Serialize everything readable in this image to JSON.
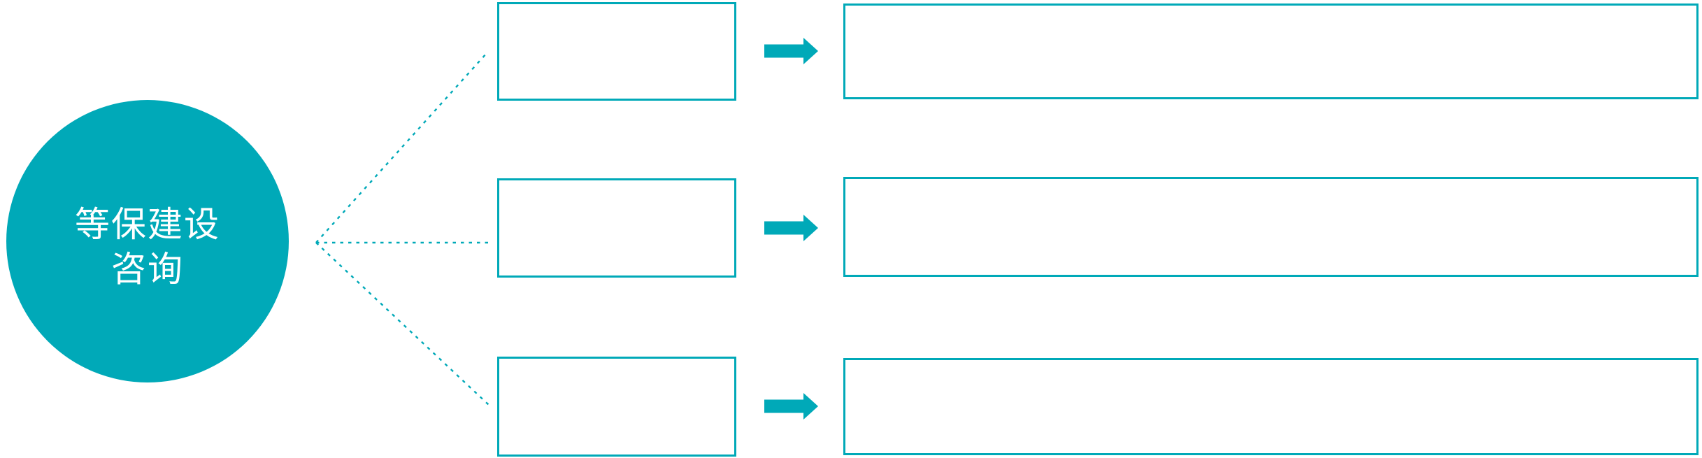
{
  "diagram": {
    "hub": {
      "label_line1": "等保建设",
      "label_line2": "咨询"
    },
    "rows": [
      {
        "name": "row-1",
        "small_box_text": "",
        "large_box_text": ""
      },
      {
        "name": "row-2",
        "small_box_text": "",
        "large_box_text": ""
      },
      {
        "name": "row-3",
        "small_box_text": "",
        "large_box_text": ""
      }
    ]
  },
  "icons": [
    {
      "name": "right-arrow-icon",
      "glyph": "solid block arrow pointing right"
    },
    {
      "name": "dotted-connector",
      "glyph": "teal dashed line radiating from hub"
    }
  ],
  "colors": {
    "accent": "#00a9b8",
    "background": "#ffffff",
    "hub_text": "#ffffff"
  }
}
